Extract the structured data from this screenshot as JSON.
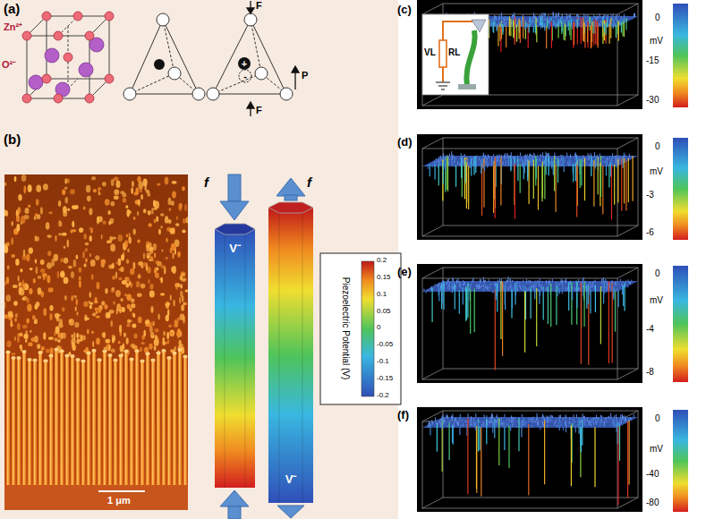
{
  "diagram": {
    "labels": [
      "(a)",
      "Zn²⁺",
      "O²⁻",
      "F",
      "P",
      "F",
      "+",
      "-",
      "(b)",
      "1 μm",
      "f",
      "f",
      "V⁻",
      "V⁻",
      "Piezoelectric Potential (V)",
      "0.2",
      "0.15",
      "0.1",
      "0.05",
      "0",
      "-0.05",
      "-0.1",
      "-0.15",
      "-0.2",
      "(c)",
      "VL",
      "RL",
      "0",
      "mV",
      "-15",
      "-30",
      "(d)",
      "0",
      "mV",
      "-3",
      "-6",
      "(e)",
      "0",
      "mV",
      "-4",
      "-8",
      "(f)",
      "0",
      "mV",
      "-40",
      "-80"
    ]
  }
}
